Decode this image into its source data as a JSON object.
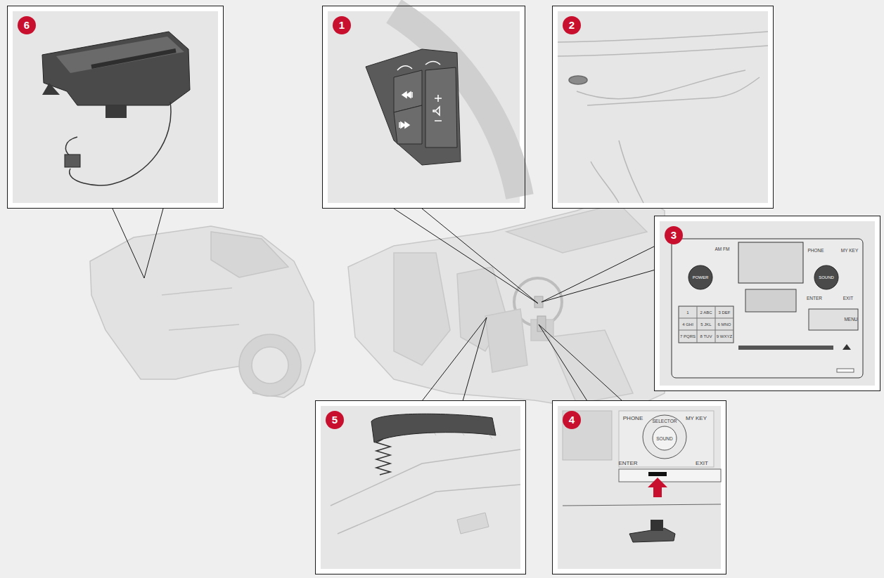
{
  "diagram": {
    "nodes": [
      {
        "text": [
          "6"
        ]
      },
      {
        "text": [
          "1"
        ]
      },
      {
        "text": [
          "2"
        ]
      },
      {
        "text": [
          "3"
        ]
      },
      {
        "text": [
          "5"
        ]
      },
      {
        "text": [
          "4"
        ]
      }
    ],
    "labels": [
      "AM FM",
      "POWER",
      "PHONE",
      "MY KEY",
      "SOUND",
      "ENTER",
      "EXIT",
      "MENU",
      "1",
      "2 ABC",
      "3 DEF",
      "4 GHI",
      "5 JKL",
      "6 MNO",
      "7 PQRS",
      "8 TUV",
      "9 WXYZ",
      "PHONE",
      "MY KEY",
      "SELECTOR",
      "SOUND",
      "ENTER",
      "EXIT"
    ]
  }
}
